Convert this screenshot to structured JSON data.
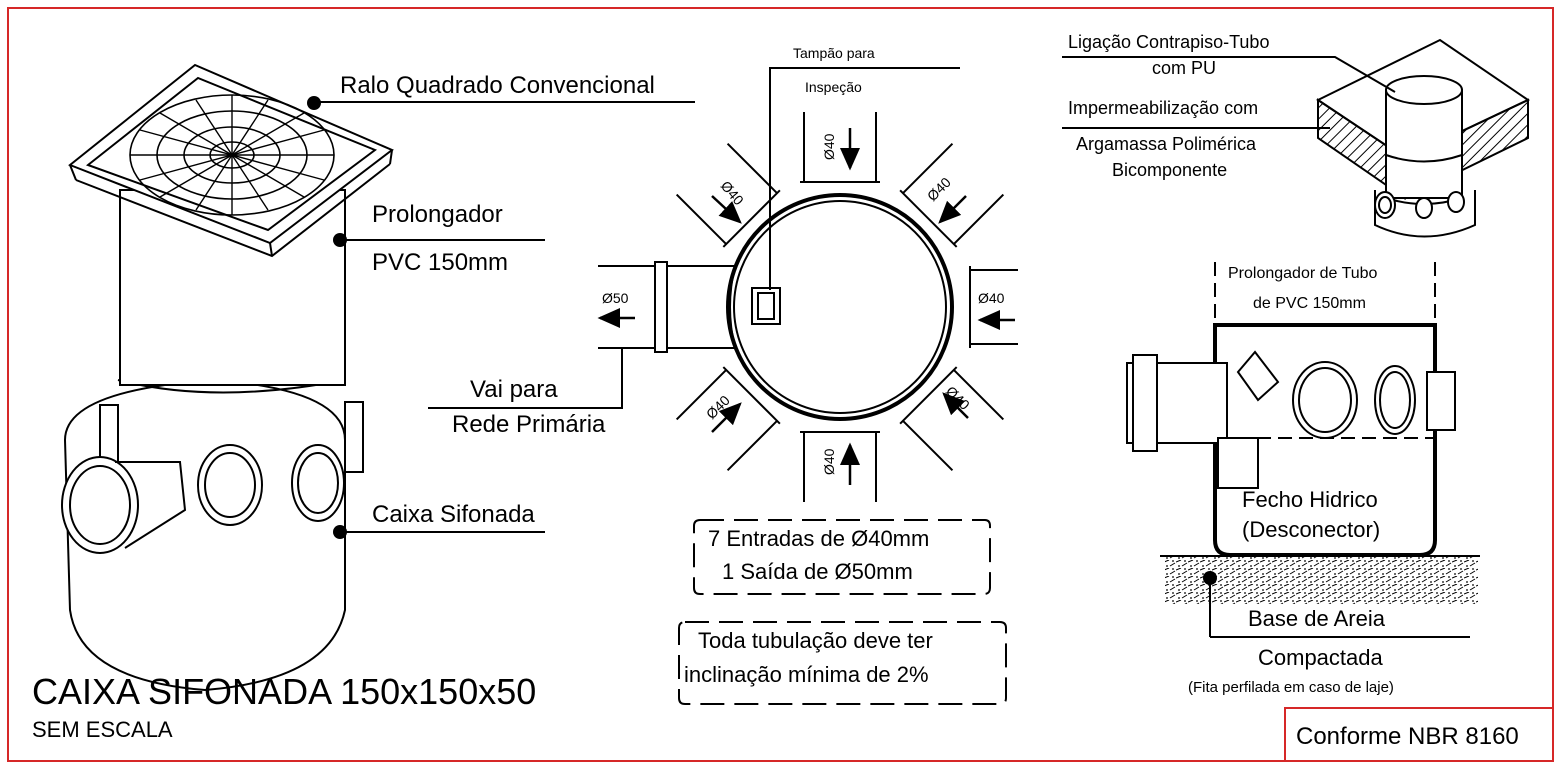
{
  "colors": {
    "frame": "#d62828",
    "ink": "#000000",
    "paper": "#ffffff"
  },
  "labels": {
    "ralo": "Ralo Quadrado Convencional",
    "prolongador": "Prolongador",
    "pvc": "PVC 150mm",
    "vai_para": "Vai para",
    "rede_primaria": "Rede Primária",
    "caixa_sifonada": "Caixa Sifonada",
    "tampao_para": "Tampão para",
    "inspecao": "Inspeção",
    "ligacao_1": "Ligação Contrapiso-Tubo",
    "ligacao_2": "com PU",
    "imperm_1": "Impermeabilização com",
    "imperm_2": "Argamassa Polimérica",
    "imperm_3": "Bicomponente",
    "prolong_tubo_1": "Prolongador de Tubo",
    "prolong_tubo_2": "de PVC 150mm",
    "fecho_1": "Fecho Hidrico",
    "fecho_2": "(Desconector)",
    "base_1": "Base de Areia",
    "base_2": "Compactada",
    "fita": "(Fita perfilada em caso de laje)"
  },
  "dims": {
    "d40": "Ø40",
    "d50": "Ø50"
  },
  "notes": {
    "entradas": "7 Entradas de Ø40mm",
    "saida": "1 Saída de Ø50mm",
    "tubulacao_1": "Toda tubulação deve ter",
    "tubulacao_2": "inclinação mínima de 2%"
  },
  "title_block": {
    "title": "CAIXA SIFONADA 150x150x50",
    "scale": "SEM ESCALA",
    "norma": "Conforme NBR 8160"
  }
}
